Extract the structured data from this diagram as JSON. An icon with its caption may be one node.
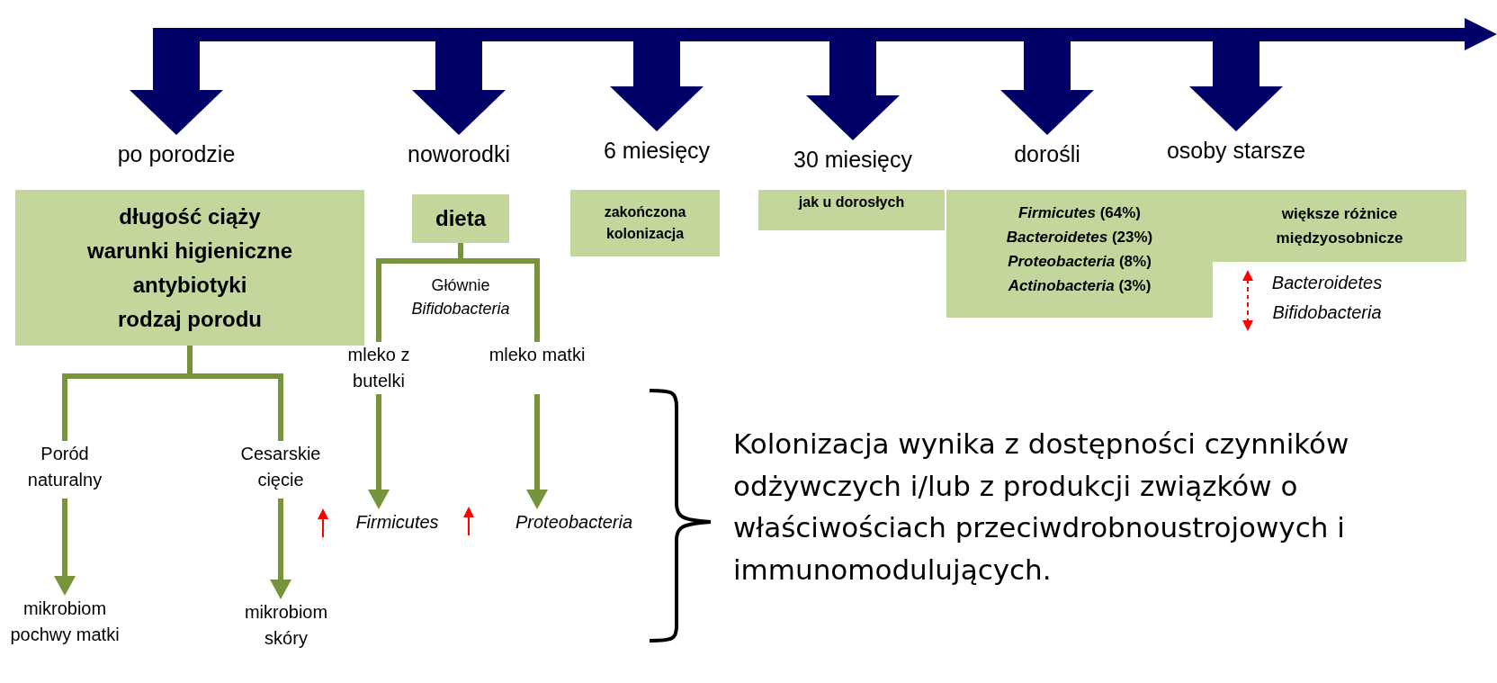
{
  "diagram": {
    "nodes": [
      {
        "text": [
          "po porodzie"
        ]
      },
      {
        "text": [
          "noworodki"
        ]
      },
      {
        "text": [
          "6 miesięcy"
        ]
      },
      {
        "text": [
          "30 miesięcy"
        ]
      },
      {
        "text": [
          "dorośli"
        ]
      },
      {
        "text": [
          "osoby starsze"
        ]
      },
      {
        "text": [
          "długość ciąży",
          "warunki higieniczne",
          "antybiotyki",
          "rodzaj porodu"
        ]
      },
      {
        "text": [
          "dieta"
        ]
      },
      {
        "text": [
          "zakończona kolonizacja"
        ]
      },
      {
        "text": [
          "jak u dorosłych"
        ]
      },
      {
        "text": [
          "*Firmicutes* (64%)",
          "*Bacteroidetes* (23%)",
          "*Proteobacteria* (8%)",
          "*Actinobacteria* (3%)"
        ]
      },
      {
        "text": [
          "większe różnice międzyosobnicze"
        ]
      },
      {
        "text": [
          "mleko z butelki"
        ]
      },
      {
        "text": [
          "mleko matki"
        ]
      },
      {
        "text": [
          "Poród naturalny"
        ]
      },
      {
        "text": [
          "Cesarskie cięcie"
        ]
      },
      {
        "text": [
          "mikrobiom pochwy matki"
        ]
      },
      {
        "text": [
          "mikrobiom skóry"
        ]
      },
      {
        "text": [
          "Firmicutes"
        ]
      },
      {
        "text": [
          "Proteobacteria"
        ]
      }
    ],
    "edges": [
      {
        "from": null,
        "to": 0,
        "arrow": "to",
        "style": "thick",
        "color": "#000066"
      },
      {
        "from": null,
        "to": 1,
        "arrow": "to",
        "style": "thick",
        "color": "#000066"
      },
      {
        "from": null,
        "to": 2,
        "arrow": "to",
        "style": "thick",
        "color": "#000066"
      },
      {
        "from": null,
        "to": 3,
        "arrow": "to",
        "style": "thick",
        "color": "#000066"
      },
      {
        "from": null,
        "to": 4,
        "arrow": "to",
        "style": "thick",
        "color": "#000066"
      },
      {
        "from": null,
        "to": 5,
        "arrow": "to",
        "style": "thick",
        "color": "#000066"
      },
      {
        "from": 6,
        "to": 14,
        "arrow": "none"
      },
      {
        "from": 6,
        "to": 15,
        "arrow": "none"
      },
      {
        "from": 14,
        "to": 16,
        "arrow": "to"
      },
      {
        "from": 15,
        "to": 17,
        "arrow": "to"
      },
      {
        "from": 7,
        "to": 12,
        "arrow": "none"
      },
      {
        "from": 7,
        "to": 13,
        "arrow": "none"
      },
      {
        "from": 12,
        "to": 18,
        "arrow": "to"
      },
      {
        "from": 13,
        "to": 19,
        "arrow": "to"
      }
    ],
    "labels": [
      "Głównie *Bifidobacteria*",
      "Bacteroidetes",
      "Bifidobacteria",
      "Kolonizacja wynika z dostępności czynników odżywczych i/lub z produkcji związków o właściwościach przeciwdrobnoustrojowych i immunomodulujących."
    ]
  }
}
